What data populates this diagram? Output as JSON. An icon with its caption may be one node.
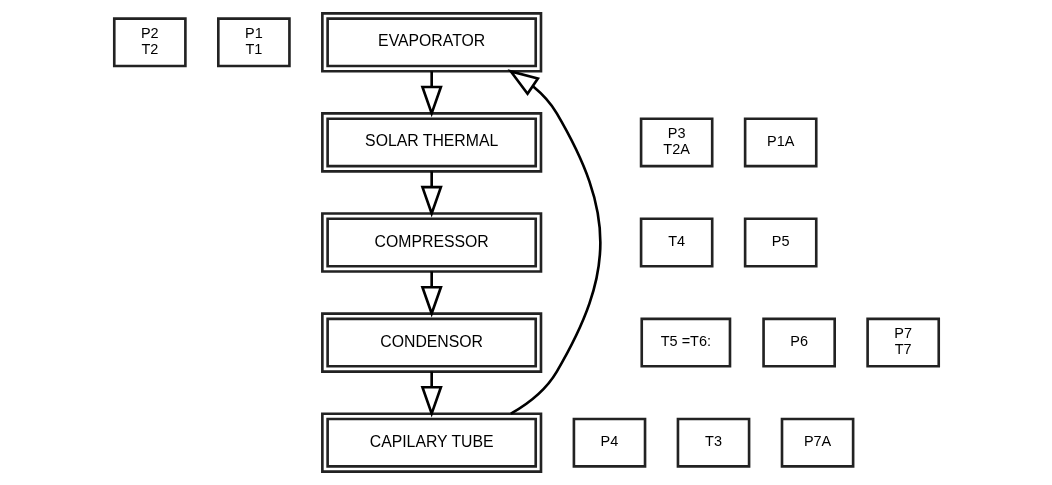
{
  "diagram": {
    "nodes": [
      {
        "text": [
          "P2",
          "T2"
        ]
      },
      {
        "text": [
          "P1",
          "T1"
        ]
      },
      {
        "text": [
          "EVAPORATOR"
        ]
      },
      {
        "text": [
          "P3",
          "T2A"
        ]
      },
      {
        "text": [
          "SOLAR THERMAL"
        ]
      },
      {
        "text": [
          "P1A"
        ]
      },
      {
        "text": [
          "CAPILARY TUBE"
        ]
      },
      {
        "text": [
          "P4"
        ]
      },
      {
        "text": [
          "T3"
        ]
      },
      {
        "text": [
          "P7A"
        ]
      },
      {
        "text": [
          "T4"
        ]
      },
      {
        "text": [
          "COMPRESSOR"
        ]
      },
      {
        "text": [
          "P5"
        ]
      },
      {
        "text": [
          "T5 =T6:"
        ]
      },
      {
        "text": [
          "CONDENSOR"
        ]
      },
      {
        "text": [
          "P6"
        ]
      },
      {
        "text": [
          "P7",
          "T7"
        ]
      }
    ],
    "edges": [
      {
        "from": 2,
        "to": 4,
        "arrow": "to"
      },
      {
        "from": 4,
        "to": 11,
        "arrow": "to"
      },
      {
        "from": 11,
        "to": 14,
        "arrow": "to"
      },
      {
        "from": 14,
        "to": 6,
        "arrow": "to"
      },
      {
        "from": 6,
        "to": 2,
        "arrow": "to"
      }
    ]
  }
}
